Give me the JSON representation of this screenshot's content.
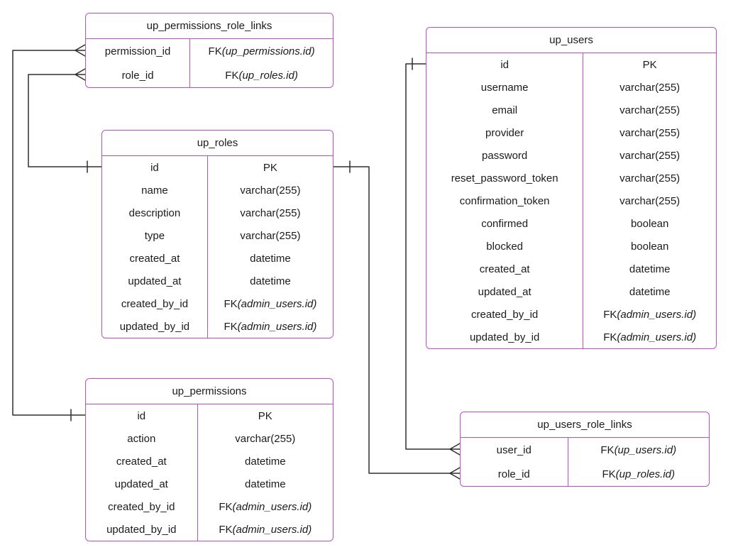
{
  "diagram": {
    "type": "entity-relationship",
    "accent_color": "#bb50c5",
    "line_color": "#2e2e2e",
    "tables": [
      {
        "title": "up_permissions_role_links",
        "rows": [
          {
            "name": "permission_id",
            "type": "FK ",
            "type_detail": "(up_permissions.id)"
          },
          {
            "name": "role_id",
            "type": "FK ",
            "type_detail": "(up_roles.id)"
          }
        ]
      },
      {
        "title": "up_roles",
        "rows": [
          {
            "name": "id",
            "type": "PK"
          },
          {
            "name": "name",
            "type": "varchar(255)"
          },
          {
            "name": "description",
            "type": "varchar(255)"
          },
          {
            "name": "type",
            "type": "varchar(255)"
          },
          {
            "name": "created_at",
            "type": "datetime"
          },
          {
            "name": "updated_at",
            "type": "datetime"
          },
          {
            "name": "created_by_id",
            "type": "FK ",
            "type_detail": "(admin_users.id)"
          },
          {
            "name": "updated_by_id",
            "type": "FK ",
            "type_detail": "(admin_users.id)"
          }
        ]
      },
      {
        "title": "up_permissions",
        "rows": [
          {
            "name": "id",
            "type": "PK"
          },
          {
            "name": "action",
            "type": "varchar(255)"
          },
          {
            "name": "created_at",
            "type": "datetime"
          },
          {
            "name": "updated_at",
            "type": "datetime"
          },
          {
            "name": "created_by_id",
            "type": "FK ",
            "type_detail": "(admin_users.id)"
          },
          {
            "name": "updated_by_id",
            "type": "FK ",
            "type_detail": "(admin_users.id)"
          }
        ]
      },
      {
        "title": "up_users",
        "rows": [
          {
            "name": "id",
            "type": "PK"
          },
          {
            "name": "username",
            "type": "varchar(255)"
          },
          {
            "name": "email",
            "type": "varchar(255)"
          },
          {
            "name": "provider",
            "type": "varchar(255)"
          },
          {
            "name": "password",
            "type": "varchar(255)"
          },
          {
            "name": "reset_password_token",
            "type": "varchar(255)"
          },
          {
            "name": "confirmation_token",
            "type": "varchar(255)"
          },
          {
            "name": "confirmed",
            "type": "boolean"
          },
          {
            "name": "blocked",
            "type": "boolean"
          },
          {
            "name": "created_at",
            "type": "datetime"
          },
          {
            "name": "updated_at",
            "type": "datetime"
          },
          {
            "name": "created_by_id",
            "type": "FK ",
            "type_detail": "(admin_users.id)"
          },
          {
            "name": "updated_by_id",
            "type": "FK ",
            "type_detail": "(admin_users.id)"
          }
        ]
      },
      {
        "title": "up_users_role_links",
        "rows": [
          {
            "name": "user_id",
            "type": "FK ",
            "type_detail": "(up_users.id)"
          },
          {
            "name": "role_id",
            "type": "FK ",
            "type_detail": "(up_roles.id)"
          }
        ]
      }
    ],
    "relationships": [
      {
        "from_table": "up_permissions_role_links",
        "from_column": "permission_id",
        "to_table": "up_permissions",
        "to_column": "id",
        "from_cardinality": "many",
        "to_cardinality": "one"
      },
      {
        "from_table": "up_permissions_role_links",
        "from_column": "role_id",
        "to_table": "up_roles",
        "to_column": "id",
        "from_cardinality": "many",
        "to_cardinality": "one"
      },
      {
        "from_table": "up_users_role_links",
        "from_column": "user_id",
        "to_table": "up_users",
        "to_column": "id",
        "from_cardinality": "many",
        "to_cardinality": "one"
      },
      {
        "from_table": "up_users_role_links",
        "from_column": "role_id",
        "to_table": "up_roles",
        "to_column": "id",
        "from_cardinality": "many",
        "to_cardinality": "one"
      }
    ]
  }
}
